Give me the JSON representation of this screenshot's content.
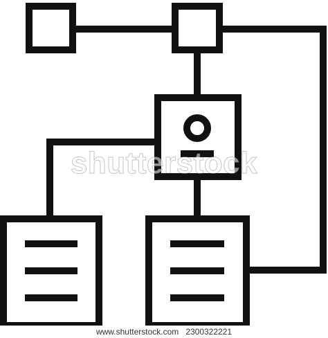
{
  "icon": {
    "name": "org-chart-icon",
    "stroke_color": "#111111",
    "background_color": "#ffffff"
  },
  "watermark": {
    "text": "shutterstock"
  },
  "footer": {
    "site": "www.shutterstock.com",
    "image_id": "2300322221"
  }
}
